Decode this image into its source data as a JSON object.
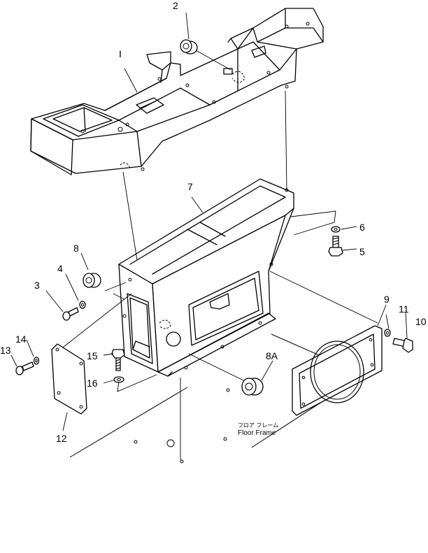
{
  "callouts": {
    "c1": "I",
    "c2": "2",
    "c3": "3",
    "c4": "4",
    "c5": "5",
    "c6": "6",
    "c7": "7",
    "c8": "8",
    "c8a": "8A",
    "c9": "9",
    "c10": "10",
    "c11": "11",
    "c12": "12",
    "c13": "13",
    "c14": "14",
    "c15": "15",
    "c16": "16"
  },
  "floor_label": {
    "jp": "フロア フレーム",
    "en": "Floor Frame"
  }
}
